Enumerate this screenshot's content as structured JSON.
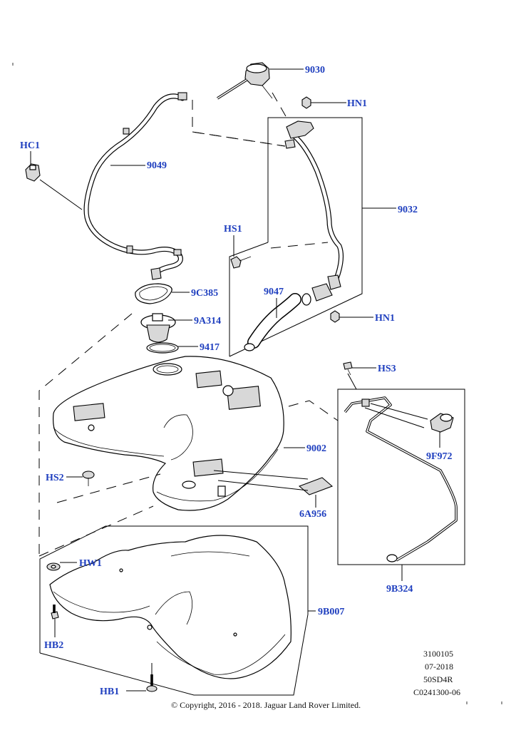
{
  "callouts": {
    "c9030": "9030",
    "hn1_top": "HN1",
    "hc1": "HC1",
    "c9049": "9049",
    "c9032": "9032",
    "hs1": "HS1",
    "c9c385": "9C385",
    "c9047": "9047",
    "hn1_bottom": "HN1",
    "c9a314": "9A314",
    "c9417": "9417",
    "hs3": "HS3",
    "c9002": "9002",
    "c9f972": "9F972",
    "hs2": "HS2",
    "c6a956": "6A956",
    "hw1": "HW1",
    "c9b324": "9B324",
    "c9b007": "9B007",
    "hb2": "HB2",
    "hb1": "HB1"
  },
  "meta": {
    "code": "3100105",
    "date": "07-2018",
    "model": "50SD4R",
    "ref": "C0241300-06"
  },
  "copyright": "© Copyright, 2016 - 2018. Jaguar Land Rover Limited.",
  "colors": {
    "callout": "#1f3fbf",
    "line": "#000000"
  }
}
